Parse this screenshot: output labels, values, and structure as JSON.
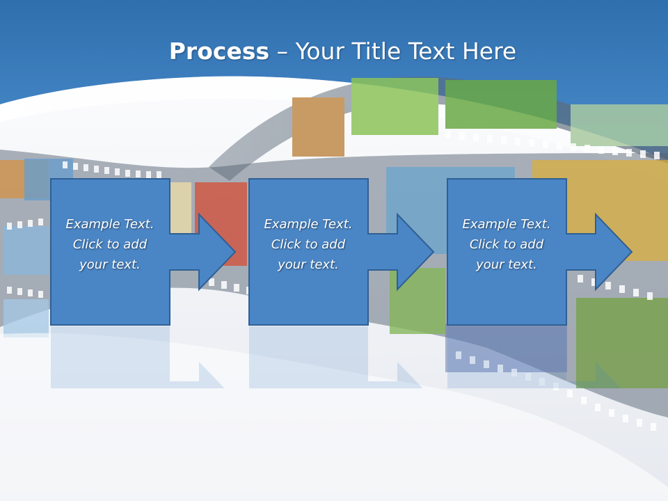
{
  "slide": {
    "title_bold": "Process",
    "title_dash": " – ",
    "title_rest": "Your Title Text Here"
  },
  "steps": [
    {
      "lines": [
        "Example Text.",
        "Click  to add",
        "your text."
      ]
    },
    {
      "lines": [
        "Example Text.",
        "Click  to add",
        "your text."
      ]
    },
    {
      "lines": [
        "Example Text.",
        "Click  to add",
        "your text."
      ]
    }
  ],
  "colors": {
    "header_blue": "#3d7ec0",
    "shape_fill": "#4a86c6",
    "shape_stroke": "#2f5f93",
    "text": "#ffffff"
  }
}
